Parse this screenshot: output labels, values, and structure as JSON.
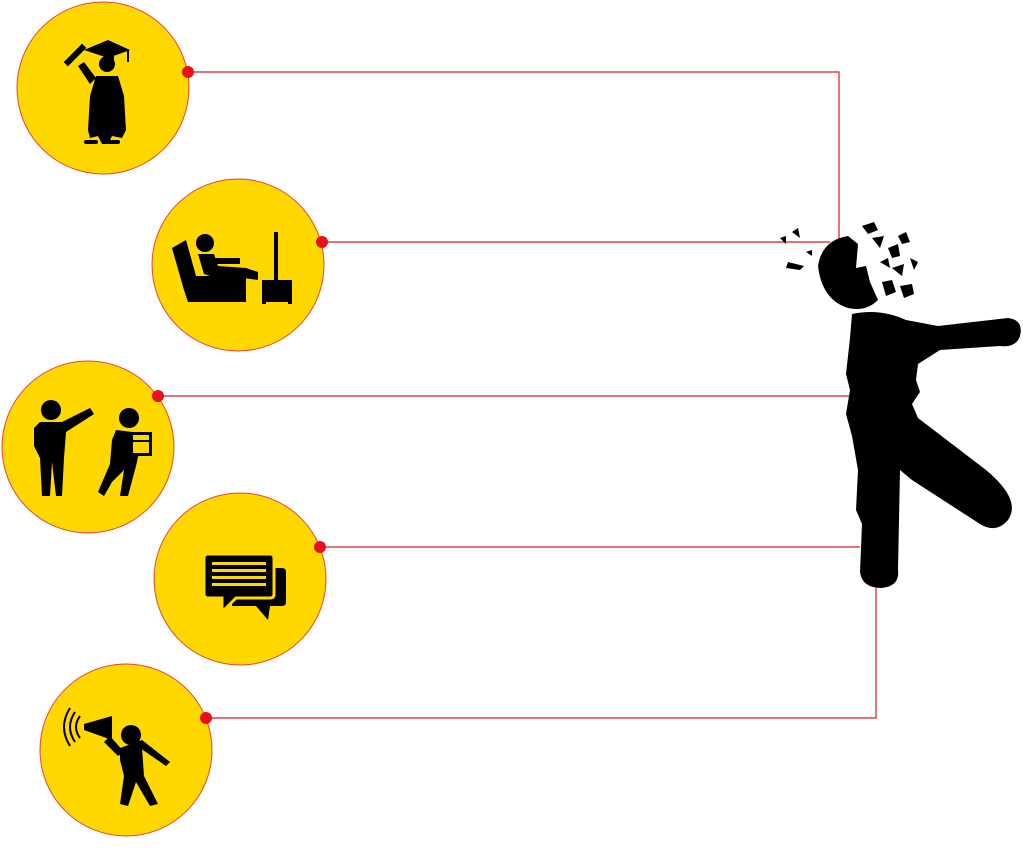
{
  "colors": {
    "circle_fill": "#FFD800",
    "circle_stroke": "#E8423A",
    "connector": "#D81E1E",
    "dot": "#E8101A",
    "icon": "#000000",
    "background": "#FFFFFF"
  },
  "nodes": [
    {
      "id": "graduation",
      "icon": "graduate-icon"
    },
    {
      "id": "idle",
      "icon": "couch-tv-icon"
    },
    {
      "id": "layoff",
      "icon": "fired-worker-icon"
    },
    {
      "id": "messages",
      "icon": "chat-bubbles-icon"
    },
    {
      "id": "announce",
      "icon": "megaphone-person-icon"
    }
  ],
  "central_figure": {
    "icon": "shattering-head-person-icon"
  }
}
